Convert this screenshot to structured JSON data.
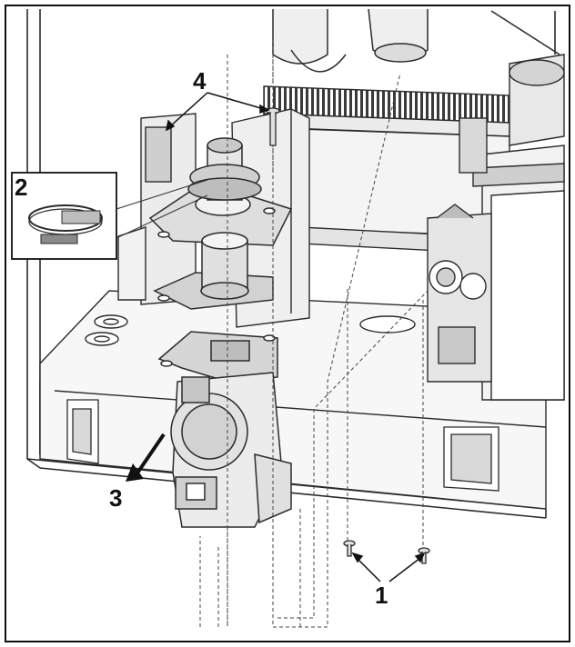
{
  "diagram": {
    "callouts": {
      "one": "1",
      "two": "2",
      "three": "3",
      "four": "4"
    },
    "colors": {
      "line": "#2b2b2b",
      "panel": "#f6f6f6",
      "metal": "#d9d9d9",
      "dark": "#6e6e6e",
      "shade": "#bdbdbd"
    }
  }
}
